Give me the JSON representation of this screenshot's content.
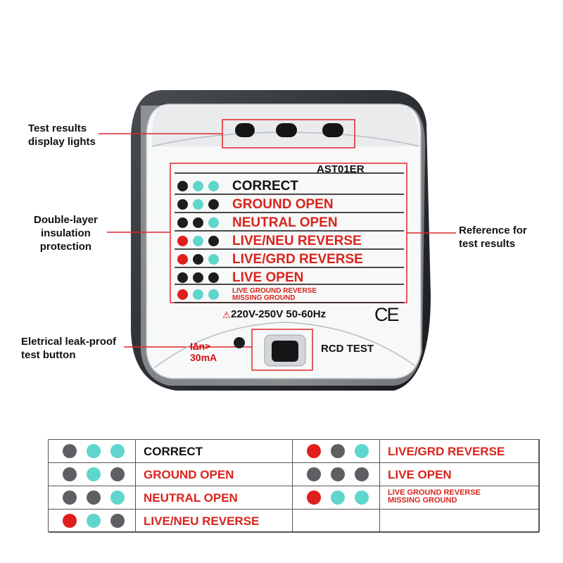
{
  "colors": {
    "red": "#e01e1e",
    "teal": "#5fd6cb",
    "gray": "#5e5e63",
    "black": "#1d1d1f",
    "label_red": "#d9241c",
    "label_black": "#111111"
  },
  "callouts": {
    "lights": [
      "Test results",
      "display lights"
    ],
    "insulation": [
      "Double-layer",
      "insulation",
      "protection"
    ],
    "reference": [
      "Reference for",
      "test results"
    ],
    "leak": [
      "Eletrical leak-proof",
      "test button"
    ]
  },
  "device": {
    "model": "AST01ER",
    "voltage": "220V-250V 50-60Hz",
    "ce_mark": "CE",
    "rcd_label": "RCD TEST",
    "current_label": "I∆n>",
    "current_value": "30mA",
    "rows": [
      {
        "label": "CORRECT",
        "label_color": "black",
        "dots": [
          "black",
          "teal",
          "teal"
        ]
      },
      {
        "label": "GROUND OPEN",
        "label_color": "red",
        "dots": [
          "black",
          "teal",
          "black"
        ]
      },
      {
        "label": "NEUTRAL OPEN",
        "label_color": "red",
        "dots": [
          "black",
          "black",
          "teal"
        ]
      },
      {
        "label": "LIVE/NEU REVERSE",
        "label_color": "red",
        "dots": [
          "red",
          "teal",
          "black"
        ]
      },
      {
        "label": "LIVE/GRD REVERSE",
        "label_color": "red",
        "dots": [
          "red",
          "black",
          "teal"
        ]
      },
      {
        "label": "LIVE OPEN",
        "label_color": "red",
        "dots": [
          "black",
          "black",
          "black"
        ]
      },
      {
        "label": "LIVE GROUND REVERSE\nMISSING GROUND",
        "label_color": "red",
        "dots": [
          "red",
          "teal",
          "teal"
        ],
        "small": true
      }
    ]
  },
  "table": {
    "left": [
      {
        "label": "CORRECT",
        "label_color": "black",
        "dots": [
          "gray",
          "teal",
          "teal"
        ]
      },
      {
        "label": "GROUND OPEN",
        "label_color": "red",
        "dots": [
          "gray",
          "teal",
          "gray"
        ]
      },
      {
        "label": "NEUTRAL OPEN",
        "label_color": "red",
        "dots": [
          "gray",
          "gray",
          "teal"
        ]
      },
      {
        "label": "LIVE/NEU REVERSE",
        "label_color": "red",
        "dots": [
          "red",
          "teal",
          "gray"
        ]
      }
    ],
    "right": [
      {
        "label": "LIVE/GRD REVERSE",
        "label_color": "red",
        "dots": [
          "red",
          "gray",
          "teal"
        ]
      },
      {
        "label": "LIVE OPEN",
        "label_color": "red",
        "dots": [
          "gray",
          "gray",
          "gray"
        ]
      },
      {
        "label": "LIVE GROUND REVERSE\nMISSING GROUND",
        "label_color": "red",
        "dots": [
          "red",
          "teal",
          "teal"
        ],
        "small": true
      },
      {
        "label": "",
        "label_color": "black",
        "dots": []
      }
    ]
  }
}
